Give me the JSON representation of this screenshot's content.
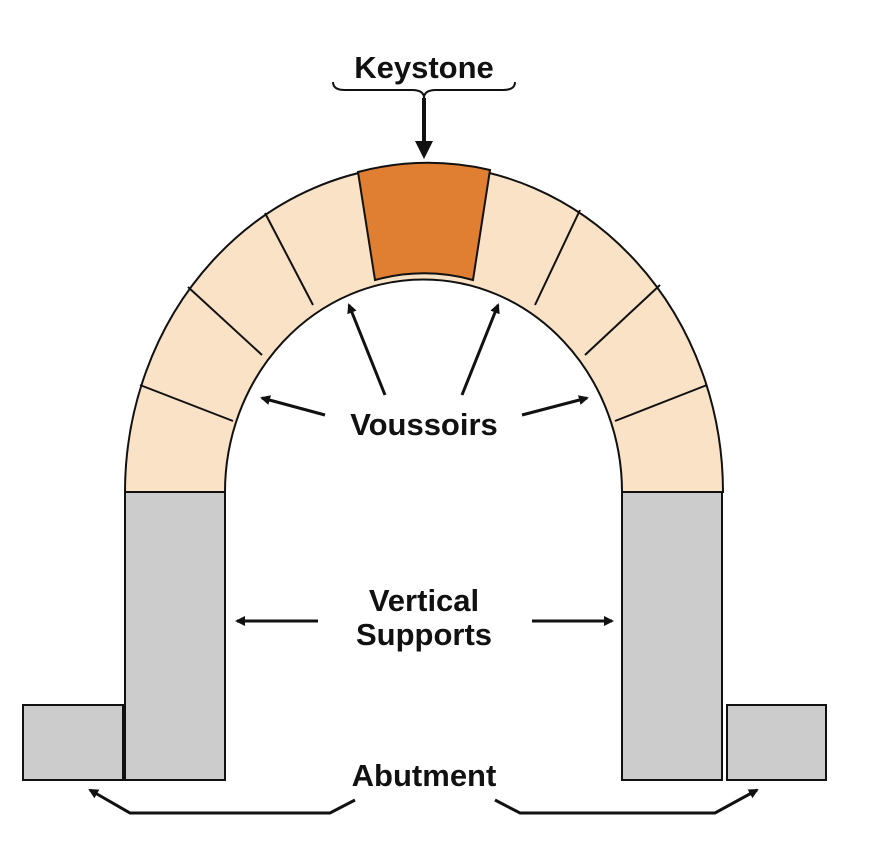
{
  "labels": {
    "keystone": "Keystone",
    "voussoirs": "Voussoirs",
    "vertical_supports_line1": "Vertical",
    "vertical_supports_line2": "Supports",
    "abutment": "Abutment"
  },
  "colors": {
    "voussoir": "#fae2c6",
    "keystone": "#e07e32",
    "support": "#cccccc",
    "stroke": "#111111"
  }
}
